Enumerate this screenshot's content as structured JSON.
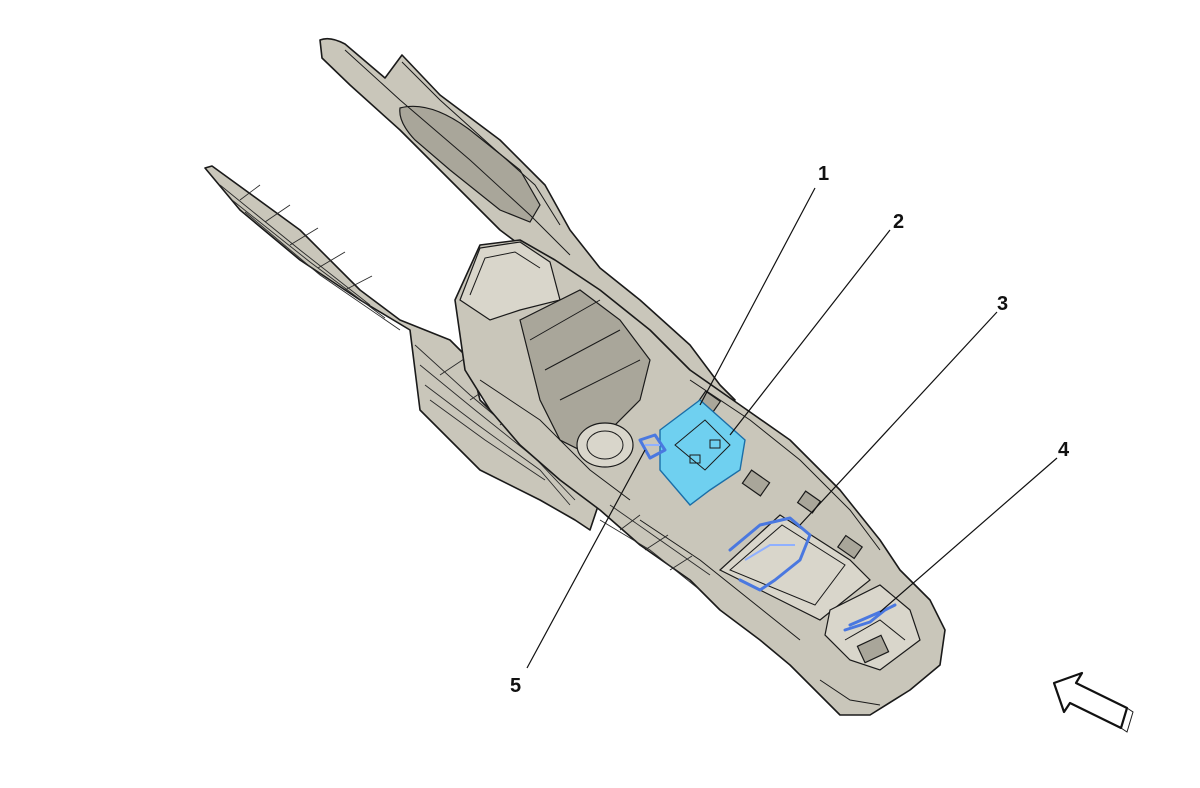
{
  "callouts": [
    {
      "id": "1",
      "label": "1"
    },
    {
      "id": "2",
      "label": "2"
    },
    {
      "id": "3",
      "label": "3"
    },
    {
      "id": "4",
      "label": "4"
    },
    {
      "id": "5",
      "label": "5"
    }
  ],
  "colors": {
    "body": "#c9c6ba",
    "highlight_module": "#6fd0f0",
    "highlight_harness": "#4a78e0",
    "outline": "#1a1a1a"
  },
  "icons": {
    "view_direction": "view-direction-arrow-icon"
  }
}
